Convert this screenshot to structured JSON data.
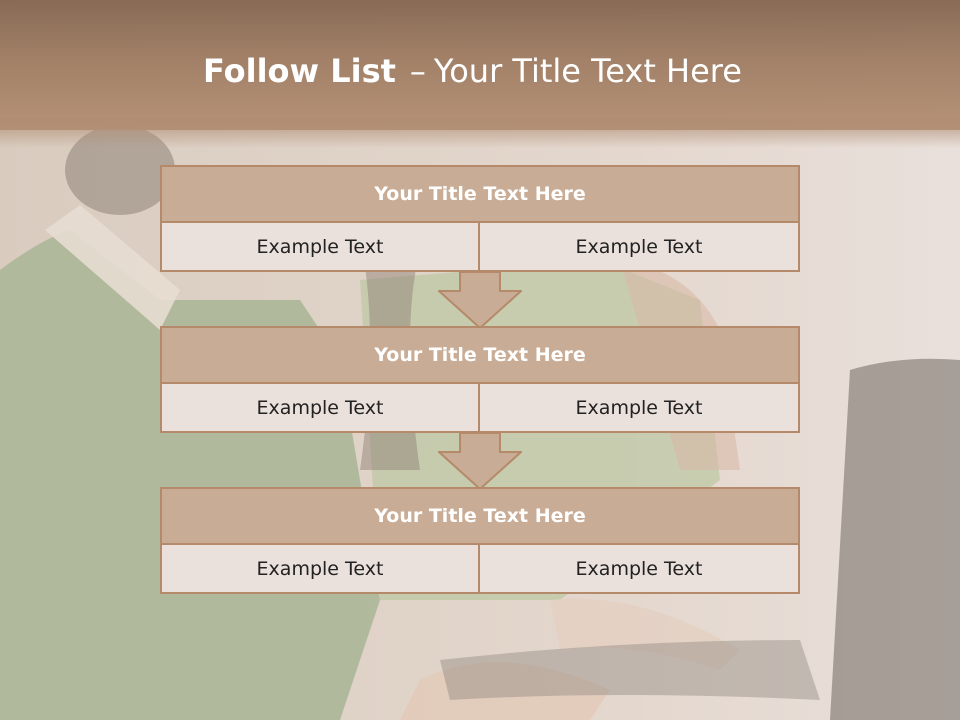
{
  "slide": {
    "title_bold": "Follow List",
    "title_separator": "–",
    "title_rest": "Your Title Text Here"
  },
  "blocks": [
    {
      "title": "Your Title Text Here",
      "cells": [
        "Example Text",
        "Example Text"
      ]
    },
    {
      "title": "Your Title Text Here",
      "cells": [
        "Example Text",
        "Example Text"
      ]
    },
    {
      "title": "Your Title Text Here",
      "cells": [
        "Example Text",
        "Example Text"
      ]
    }
  ],
  "colors": {
    "header": "#9e7c62",
    "block_title_fill": "#c9ac95",
    "block_border": "#b58a6a",
    "cell_fill": "#eae0dc",
    "arrow_fill": "#c9ac95"
  },
  "icons": [
    "down-arrow-icon"
  ]
}
